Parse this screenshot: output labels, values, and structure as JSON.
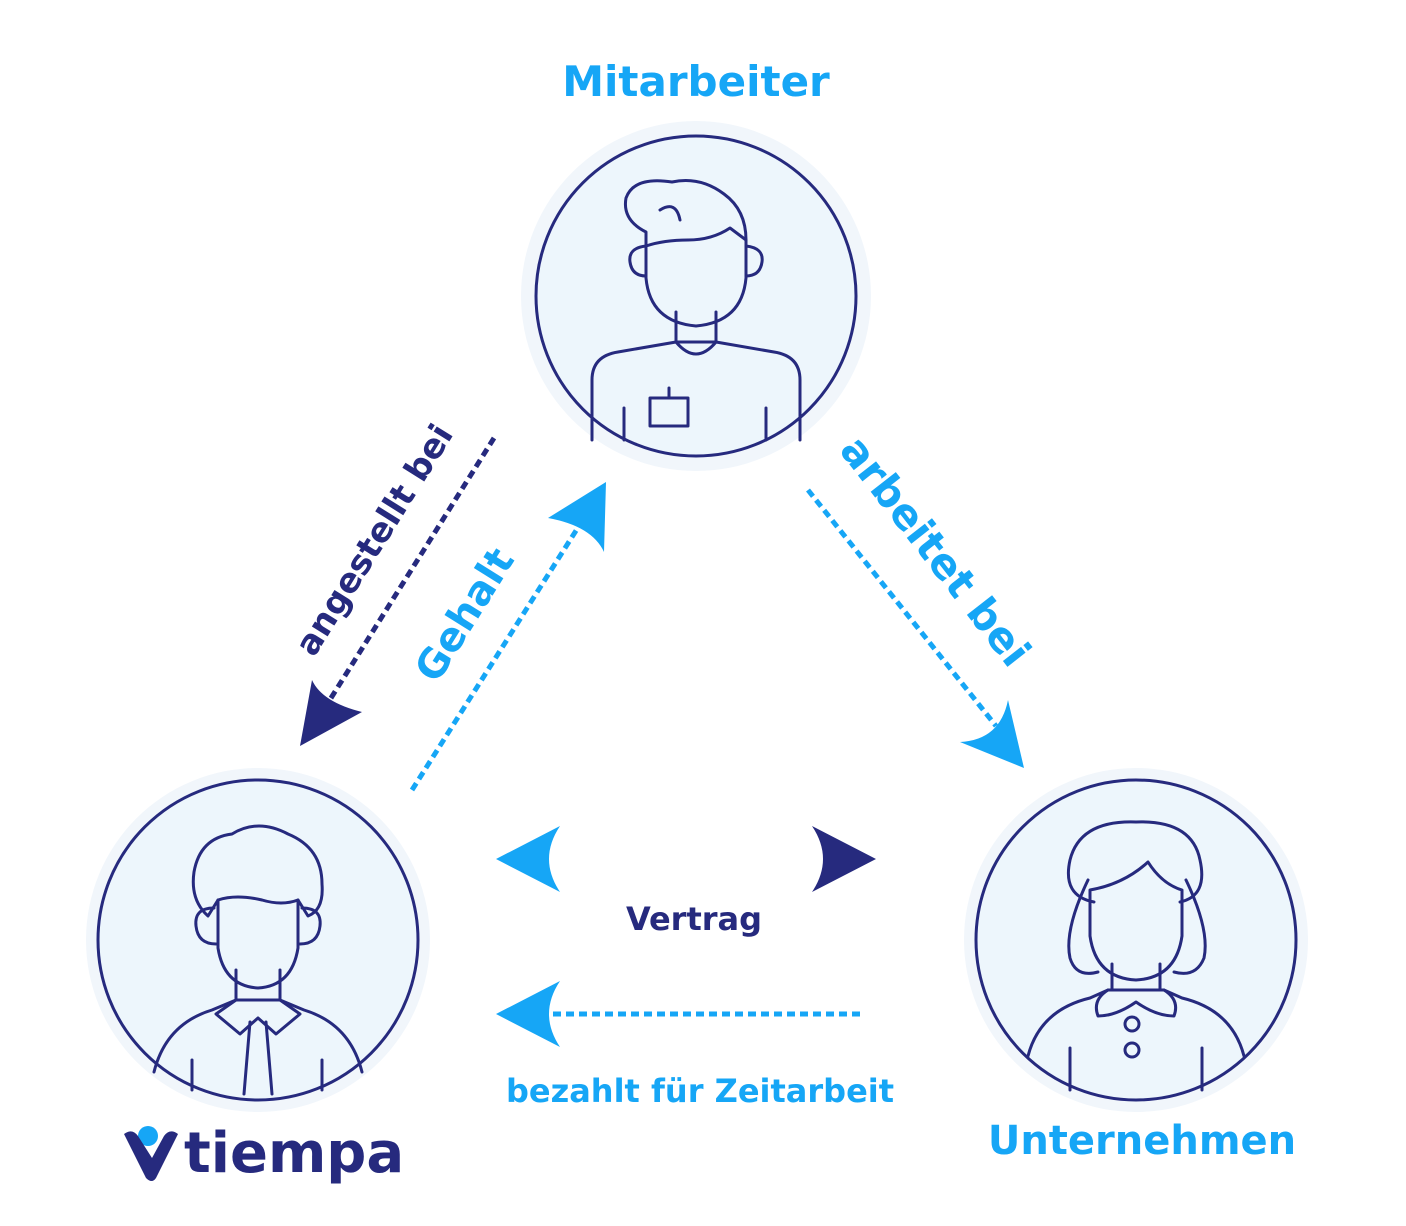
{
  "colors": {
    "navy": "#262A7E",
    "cyan": "#16A6F6",
    "circle_fill": "#EDF6FC",
    "halo": "#F1F6FB",
    "background": "#FFFFFF"
  },
  "nodes": {
    "employee": {
      "label": "Mitarbeiter",
      "icon": "employee-avatar-icon"
    },
    "agency": {
      "label": "tiempa",
      "icon": "businessman-avatar-icon",
      "logo": "tiempa-logo"
    },
    "company": {
      "label": "Unternehmen",
      "icon": "woman-avatar-icon"
    }
  },
  "edges": {
    "employed_by": {
      "label": "angestellt bei"
    },
    "salary": {
      "label": "Gehalt"
    },
    "works_at": {
      "label": "arbeitet bei"
    },
    "contract": {
      "label": "Vertrag"
    },
    "pays_for_temp_work": {
      "label": "bezahlt für Zeitarbeit"
    }
  }
}
